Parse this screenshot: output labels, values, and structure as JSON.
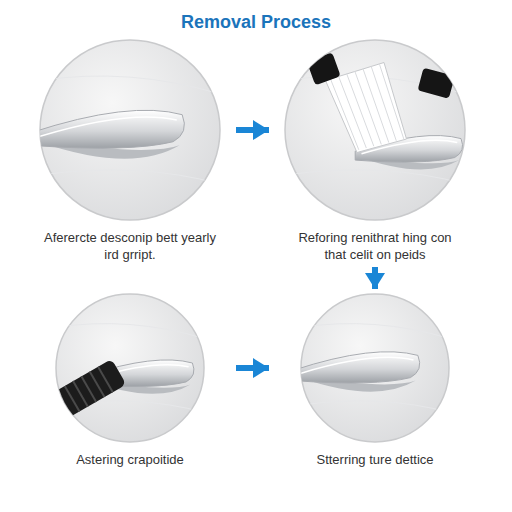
{
  "diagram": {
    "title": "Removal Process",
    "nodes": [
      {
        "text": [
          "Aferercte desconip bett yearly ird grript."
        ]
      },
      {
        "text": [
          "Reforing renithrat hing con that celit on peids"
        ]
      },
      {
        "text": [
          "Astering crapoitide"
        ]
      },
      {
        "text": [
          "Stterring ture dettice"
        ]
      }
    ],
    "edges": [
      {
        "from": 0,
        "to": 1,
        "arrow": "to"
      },
      {
        "from": 1,
        "to": 3,
        "arrow": "to"
      },
      {
        "from": 2,
        "to": 3,
        "arrow": "to"
      }
    ]
  }
}
